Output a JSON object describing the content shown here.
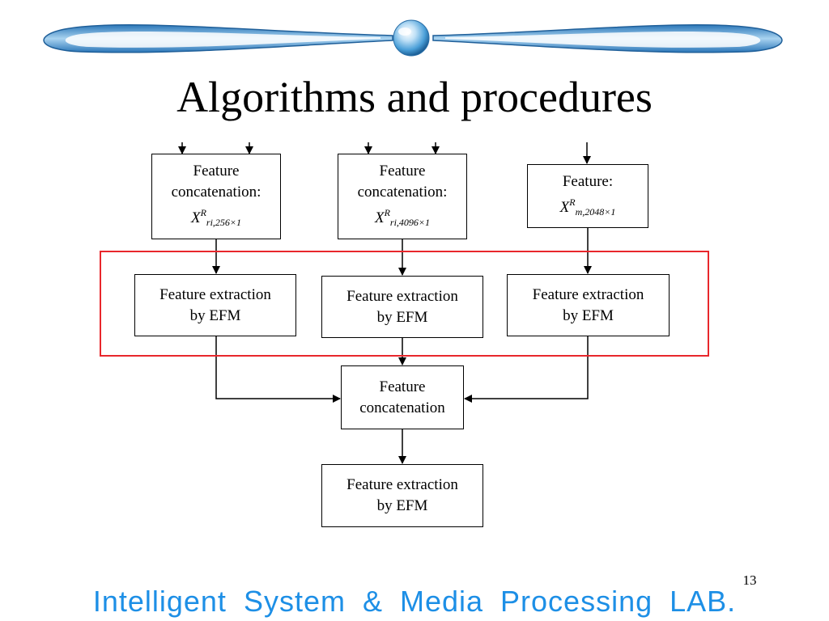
{
  "slide": {
    "title": "Algorithms and procedures",
    "page_number": "13",
    "footer": "Intelligent  System  &  Media  Processing  LAB."
  },
  "diagram": {
    "nodes": {
      "concat_1": {
        "line1": "Feature",
        "line2": "concatenation:",
        "symbol": "X",
        "sup": "R",
        "sub": "ri,256×1"
      },
      "concat_2": {
        "line1": "Feature",
        "line2": "concatenation:",
        "symbol": "X",
        "sup": "R",
        "sub": "ri,4096×1"
      },
      "feature_3": {
        "line1": "Feature:",
        "symbol": "X",
        "sup": "R",
        "sub": "m,2048×1"
      },
      "efm_1": {
        "line1": "Feature extraction",
        "line2": "by EFM"
      },
      "efm_2": {
        "line1": "Feature extraction",
        "line2": "by EFM"
      },
      "efm_3": {
        "line1": "Feature extraction",
        "line2": "by EFM"
      },
      "concat_final": {
        "line1": "Feature",
        "line2": "concatenation"
      },
      "efm_final": {
        "line1": "Feature extraction",
        "line2": "by EFM"
      }
    },
    "highlight_color": "#e8272c",
    "ornament_color": "#4a9fd8",
    "footer_color": "#1d8fe6"
  }
}
